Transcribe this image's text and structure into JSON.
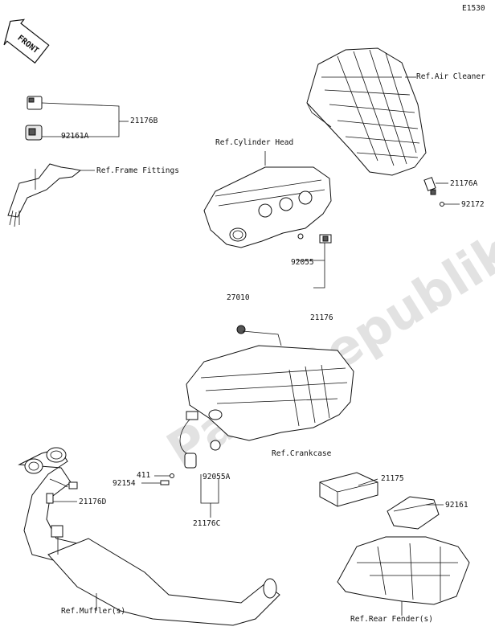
{
  "diagram": {
    "code": "E1530",
    "watermark": "PartsRepublik",
    "front_badge": "FRONT"
  },
  "labels": {
    "ref_air_cleaner": "Ref.Air Cleaner",
    "ref_cylinder_head": "Ref.Cylinder Head",
    "ref_frame_fittings": "Ref.Frame Fittings",
    "ref_crankcase": "Ref.Crankcase",
    "ref_mufflers": "Ref.Muffler(s)",
    "ref_rear_fender": "Ref.Rear Fender(s)",
    "p21176B": "21176B",
    "p92161A": "92161A",
    "p21176A": "21176A",
    "p92172": "92172",
    "p92055": "92055",
    "p21176": "21176",
    "p27010": "27010",
    "p411": "411",
    "p92154": "92154",
    "p92055A": "92055A",
    "p21176D": "21176D",
    "p21176C": "21176C",
    "p21175": "21175",
    "p92161": "92161"
  }
}
